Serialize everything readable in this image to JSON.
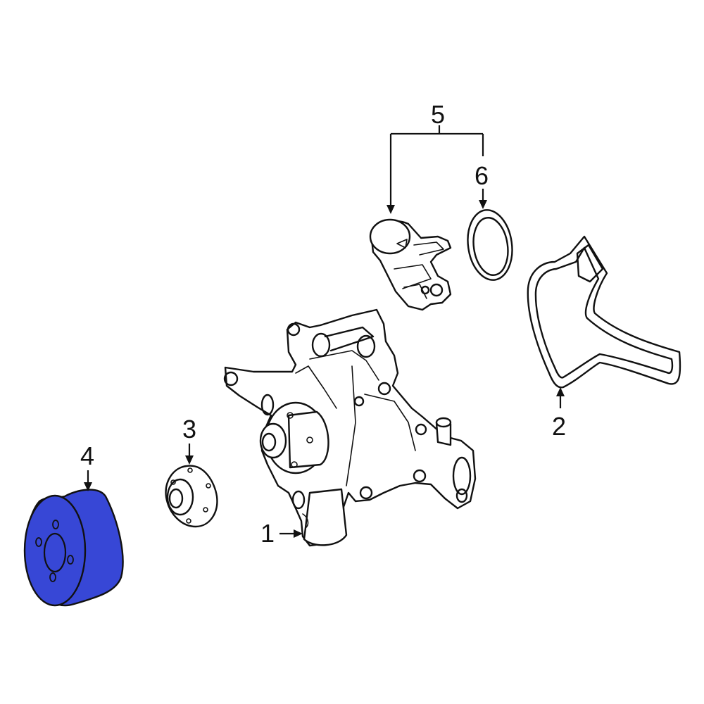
{
  "callouts": {
    "c1": "1",
    "c2": "2",
    "c3": "3",
    "c4": "4",
    "c5": "5",
    "c6": "6"
  },
  "colors": {
    "highlight": "#3747d6",
    "line": "#111111",
    "background": "#ffffff"
  }
}
